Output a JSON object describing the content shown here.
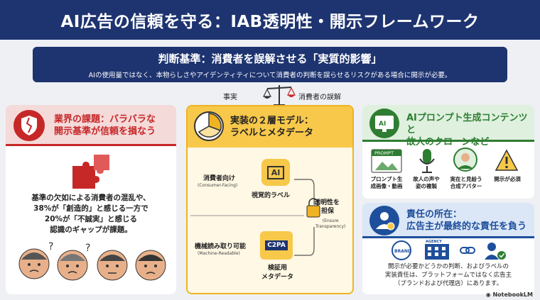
{
  "title": "AI広告の信頼を守る：IAB透明性・開示フレームワーク",
  "criteria": {
    "heading": "判断基準：消費者を誤解させる「実質的影響」",
    "subtext": "AIの使用量ではなく、本物らしさやアイデンティティについて消費者の判断を誤らせるリスクがある場合に開示が必要。"
  },
  "scale": {
    "left": "事実",
    "right": "消費者の誤解"
  },
  "card_issue": {
    "heading_line1": "業界の課題：バラバラな",
    "heading_line2": "開示基準が信頼を損なう",
    "body_line1": "基準の欠如による消費者の混乱や、",
    "body_line2": "38%が「創造的」と感じる一方で",
    "body_line3": "20%が「不誠実」と感じる",
    "body_line4": "認識のギャップが課題。"
  },
  "card_model": {
    "heading_line1": "実装の２層モデル：",
    "heading_line2": "ラベルとメタデータ",
    "consumer_label": "消費者向け",
    "consumer_en": "(Consumer-Facing)",
    "ai_badge": "AI",
    "visual_label": "視覚的ラベル",
    "transparency_line1": "透明性を",
    "transparency_line2": "担保",
    "transparency_en1": "(Ensure",
    "transparency_en2": "Transparency)",
    "machine_label": "機械読み取り可能",
    "machine_en": "(Machine-Readable)",
    "c2pa_badge": "C2PA",
    "meta_line1": "検証用",
    "meta_line2": "メタデータ"
  },
  "card_content": {
    "heading_line1": "AIプロンプト生成コンテンツと",
    "heading_line2": "故人のクローンなど",
    "ai_badge": "AI",
    "prompt_label": "PROMPT",
    "items": [
      {
        "line1": "プロンプト生",
        "line2": "成画像・動画"
      },
      {
        "line1": "故人の声や",
        "line2": "姿の複製"
      },
      {
        "line1": "実在と見紛う",
        "line2": "合成アバター"
      },
      {
        "line1": "開示が必須",
        "line2": ""
      }
    ]
  },
  "card_responsibility": {
    "heading_line1": "責任の所在：",
    "heading_line2": "広告主が最終的な責任を負う",
    "brand_label": "BRAND",
    "agency_label": "AGENCY",
    "body_line1": "開示が必要かどうかの判断、およびラベルの",
    "body_line2": "実装責任は、プラットフォームではなく広告主",
    "body_line3": "（ブランドおよび代理店）にあります。"
  },
  "footer": {
    "brand": "NotebookLM"
  },
  "colors": {
    "navy": "#1e3470",
    "red": "#c62828",
    "yellow": "#f7c84a",
    "green": "#2e7d32",
    "blue": "#1e4f9c"
  }
}
